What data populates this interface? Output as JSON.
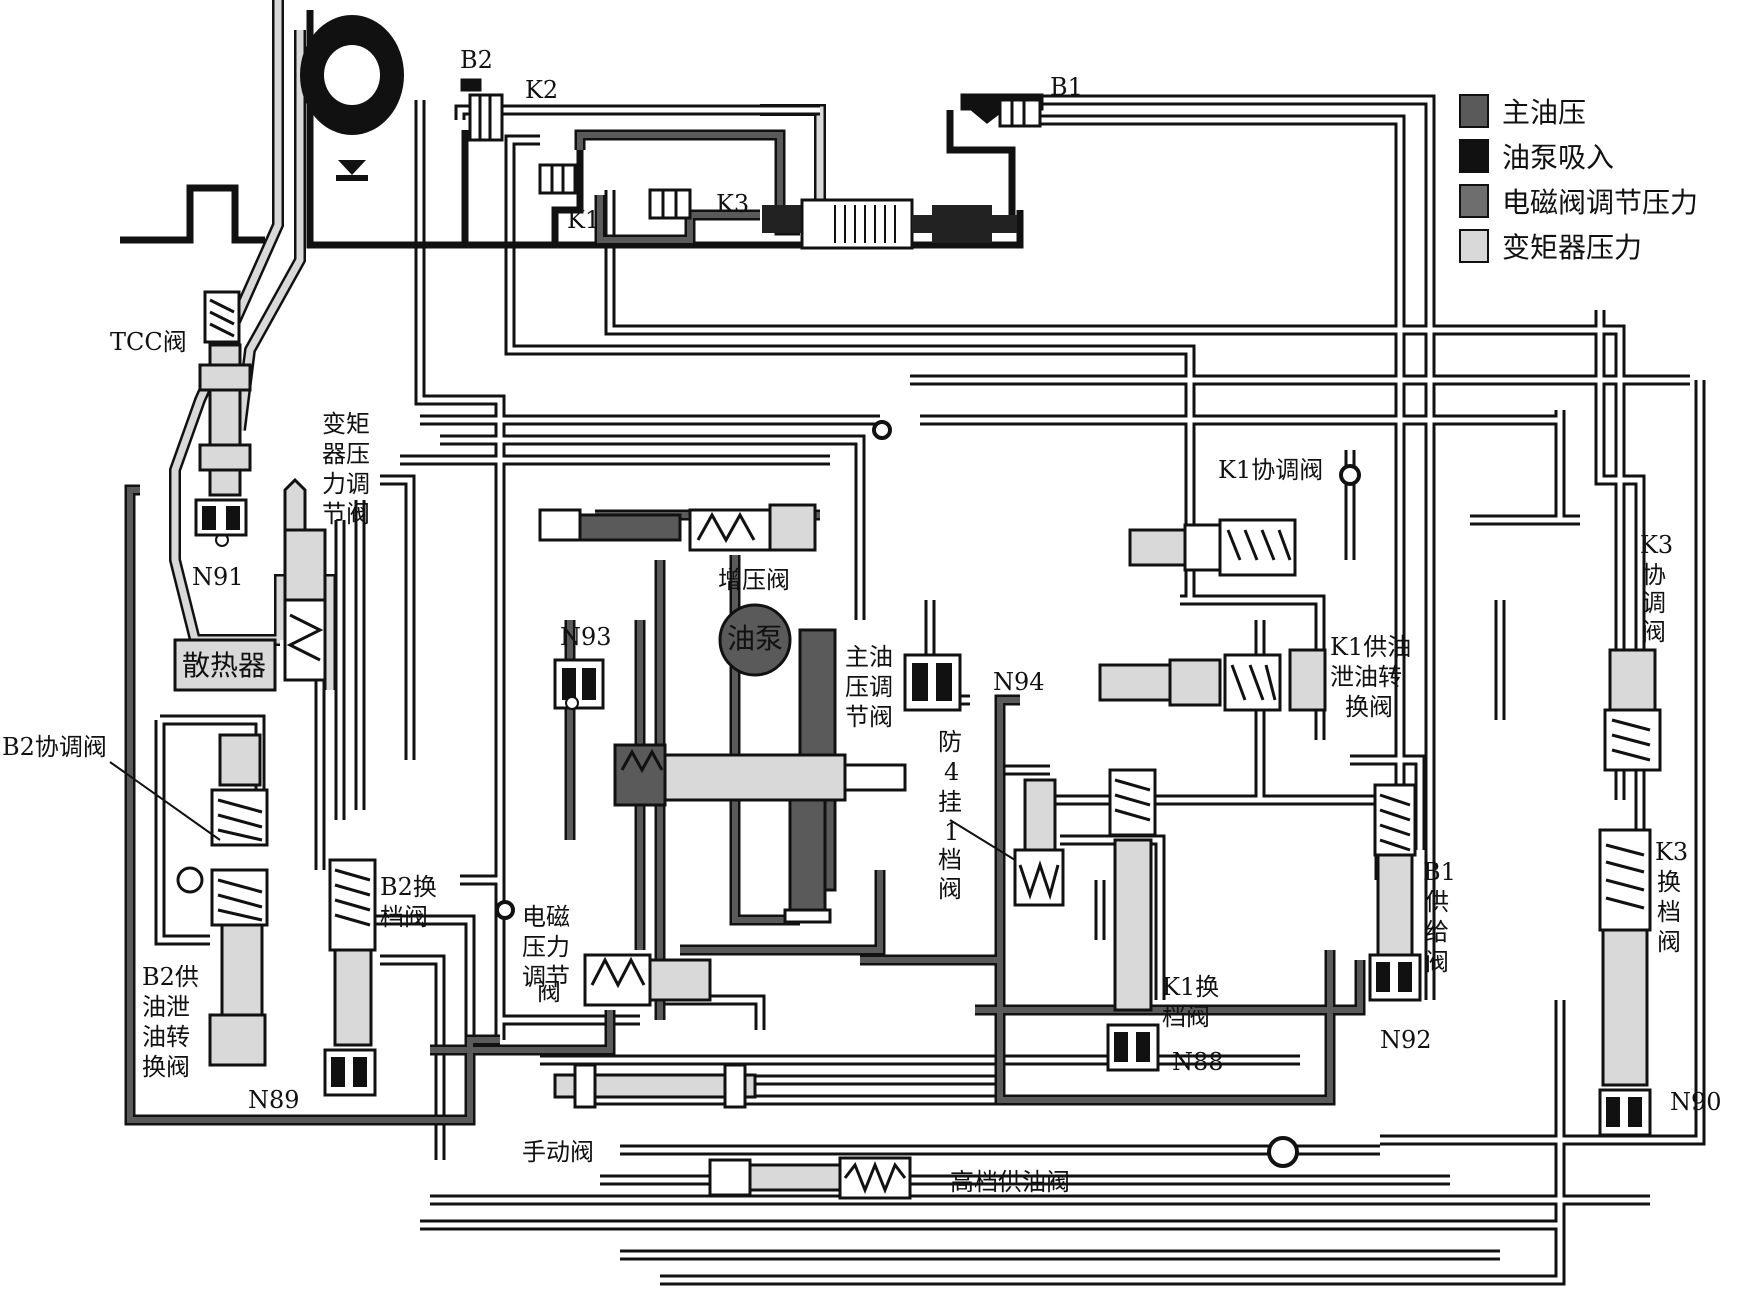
{
  "legend": {
    "main_pressure": "主油压",
    "pump_suction": "油泵吸入",
    "solenoid_pressure": "电磁阀调节压力",
    "converter_pressure": "变矩器压力"
  },
  "colors": {
    "main_pressure": "#5a5a5a",
    "pump_suction": "#111111",
    "solenoid_pressure": "#6e6e6e",
    "converter_pressure": "#d9d9d9",
    "line": "#111111"
  },
  "labels": {
    "b2": "B2",
    "k2": "K2",
    "b1": "B1",
    "k1": "K1",
    "k3": "K3",
    "tcc_valve": "TCC阀",
    "converter_reg_valve": [
      "变矩",
      "器压",
      "力调",
      "节阀"
    ],
    "n91": "N91",
    "radiator": "散热器",
    "b2_coord_valve": "B2协调阀",
    "b2_shift_valve": [
      "B2换",
      "档阀"
    ],
    "b2_supply_valve": [
      "B2供",
      "油泄",
      "油转",
      "换阀"
    ],
    "n89": "N89",
    "n93": "N93",
    "boost_valve": "增压阀",
    "oil_pump": "油泵",
    "main_reg_valve": [
      "主油",
      "压调",
      "节阀"
    ],
    "n94": "N94",
    "anti_4to1_valve": [
      "防",
      "4",
      "挂",
      "1",
      "档",
      "阀"
    ],
    "solenoid_reg_valve": [
      "电磁",
      "压力",
      "调节",
      "阀"
    ],
    "manual_valve": "手动阀",
    "high_gear_supply_valve": "高档供油阀",
    "k1_coord_valve": "K1协调阀",
    "k1_supply_valve": [
      "K1供油",
      "泄油转",
      "换阀"
    ],
    "k1_shift_valve": [
      "K1换",
      "档阀"
    ],
    "n88": "N88",
    "b1_supply_valve": [
      "B1",
      "供",
      "给",
      "阀"
    ],
    "n92": "N92",
    "k3_coord_valve": [
      "K3",
      "协",
      "调",
      "阀"
    ],
    "k3_shift_valve": [
      "K3",
      "换",
      "档",
      "阀"
    ],
    "n90": "N90"
  }
}
